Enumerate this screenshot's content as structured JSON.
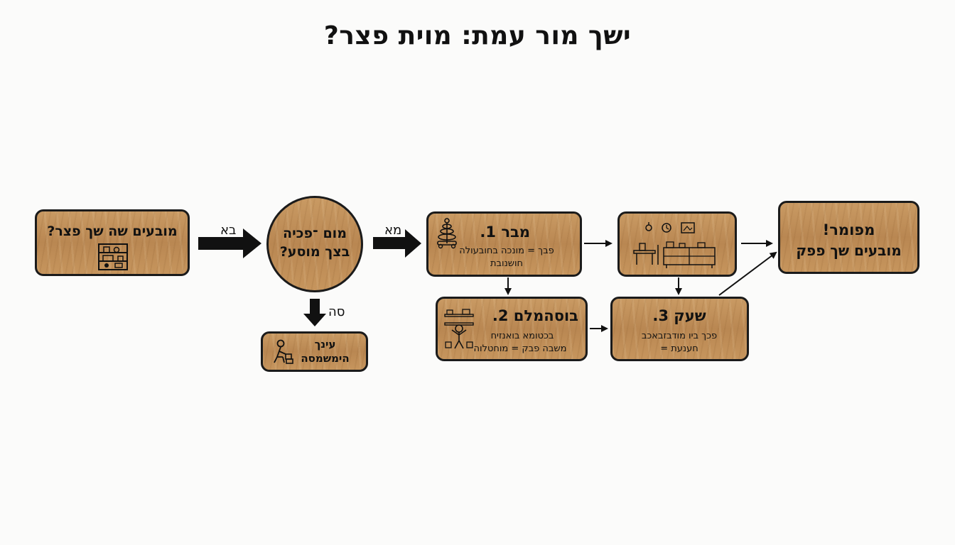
{
  "title": "ישך מור עמת: מוית פצר?",
  "nodes": {
    "start": {
      "text": "מובעים שה שך פצר?",
      "icon": "shelf-icon"
    },
    "decision": {
      "line1": "מום ־פכיה",
      "line2": "בצך מוסע?"
    },
    "side": {
      "line1": "עינך",
      "line2": "הימשמסה",
      "icon": "child-playing-icon"
    },
    "step1": {
      "heading": "מבר 1.",
      "sub1": "פבך = מונכה בחובעולה",
      "sub2": "חושנובת",
      "icon": "stacking-rings-toy-icon"
    },
    "step2": {
      "heading": "בוסהמלם 2.",
      "sub1": "בכטומא בואנזיח",
      "sub2": "משבה פבק = מוחטלוה",
      "icon": "child-with-toys-icon"
    },
    "room": {
      "icon": "furnished-room-icon"
    },
    "step3": {
      "heading": "שעק 3.",
      "sub1": "פכך ביו מודבזבאכב",
      "sub2": "חענעת =",
      "icon": ""
    },
    "final": {
      "line1": "מפומר!",
      "line2": "מובעים שך פפק"
    }
  },
  "edges": {
    "start_to_decision": "בא",
    "decision_to_step1": "מא",
    "decision_to_side": "סה"
  }
}
